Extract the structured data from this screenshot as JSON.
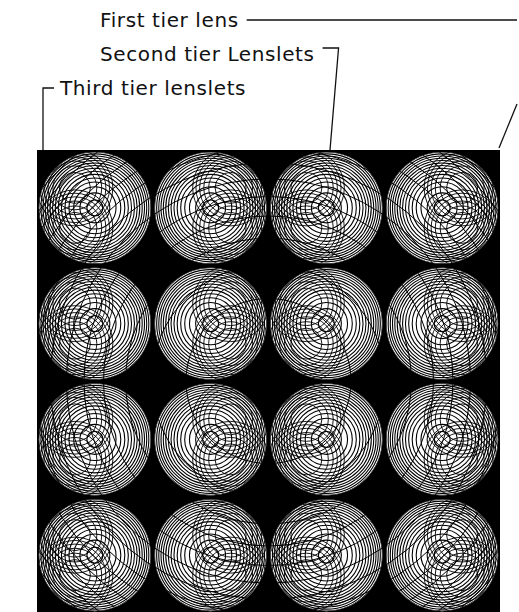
{
  "diagram": {
    "labels": [
      "First tier lens",
      "Second tier Lenslets",
      "Third tier lenslets"
    ]
  }
}
